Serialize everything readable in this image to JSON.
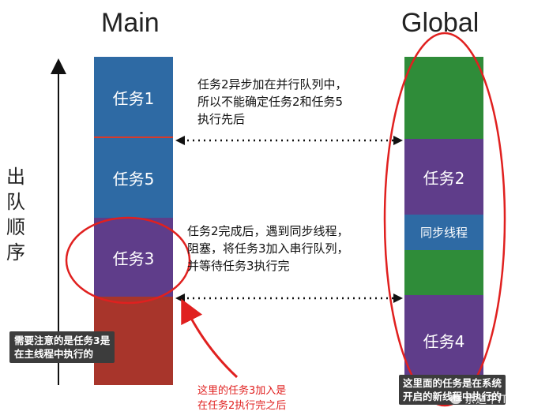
{
  "main": {
    "title": "Main",
    "blocks": [
      {
        "label": "任务1",
        "color": "#2e6aa4"
      },
      {
        "label": "任务5",
        "color": "#2e6aa4"
      },
      {
        "label": "任务3",
        "color": "#5f3d8a"
      },
      {
        "label": "",
        "color": "#a8352b"
      }
    ]
  },
  "global": {
    "title": "Global",
    "blocks": [
      {
        "label": "",
        "color": "#2f8c39"
      },
      {
        "label": "任务2",
        "color": "#5f3d8a"
      },
      {
        "label": "同步线程",
        "color": "#2e6aa4"
      },
      {
        "label": "",
        "color": "#2f8c39"
      },
      {
        "label": "任务4",
        "color": "#5f3d8a"
      }
    ]
  },
  "axis_label": [
    "出",
    "队",
    "顺",
    "序"
  ],
  "notes": {
    "top": [
      "任务2异步加在并行队列中，",
      "所以不能确定任务2和任务5",
      "执行先后"
    ],
    "middle": [
      "任务2完成后，遇到同步线程，",
      "阻塞，将任务3加入串行队列，",
      "并等待任务3执行完"
    ]
  },
  "callouts": {
    "left": [
      "需要注意的是任务3是",
      "在主线程中执行的"
    ],
    "bottom": [
      "这里的任务3加入是",
      "在任务2执行完之后"
    ],
    "right": [
      "这里面的任务是在系统",
      "开启的新线程中执行的"
    ]
  },
  "watermark": "亲迪牛IT",
  "colors": {
    "highlight_red": "#e0201f",
    "callout_bg": "#3c3c3c",
    "accent_red": "#d83a2a"
  }
}
